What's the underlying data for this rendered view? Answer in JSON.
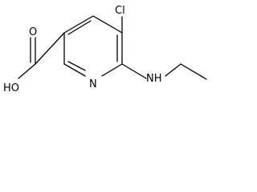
{
  "molecule": {
    "atoms": {
      "chlorine": "Cl",
      "nitrogen_ring": "N",
      "amine": "NH",
      "hydroxyl": "HO",
      "carbonyl_oxygen": "O"
    }
  }
}
